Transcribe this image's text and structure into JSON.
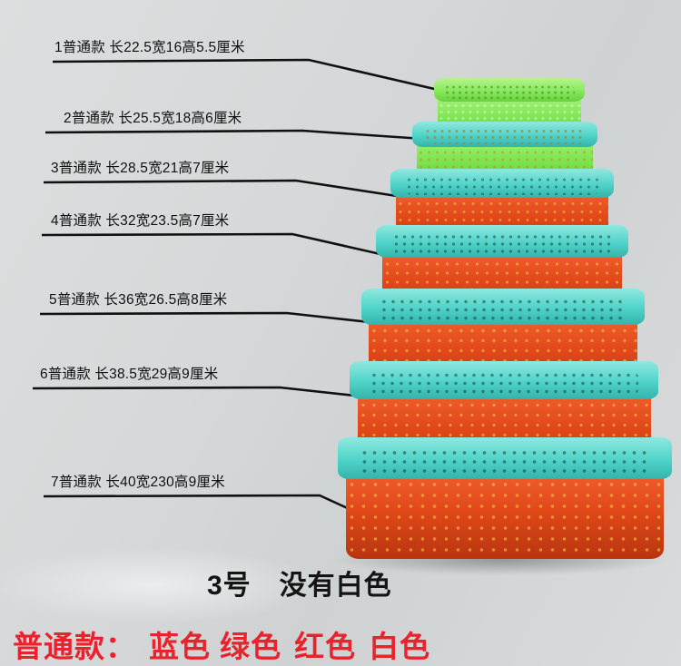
{
  "background": {
    "base_color": "#d7d9da"
  },
  "palette": {
    "lime": "#79e34a",
    "lime_light": "#9aee6e",
    "cyan": "#4fd3c8",
    "cyan_light": "#7fe2da",
    "orange": "#e2491a",
    "orange_light": "#f06030",
    "line": "#111111",
    "caption_black": "#141414",
    "caption_red": "#e8232e"
  },
  "labels": [
    {
      "id": 1,
      "num": "1",
      "model": "普通款",
      "spec": "长22.5宽16高5.5厘米",
      "full": "1普通款  长22.5宽16高5.5厘米"
    },
    {
      "id": 2,
      "num": "2",
      "model": "普通款",
      "spec": "长25.5宽18高6厘米",
      "full": "2普通款  长25.5宽18高6厘米"
    },
    {
      "id": 3,
      "num": "3",
      "model": "普通款",
      "spec": "长28.5宽21高7厘米",
      "full": "3普通款  长28.5宽21高7厘米"
    },
    {
      "id": 4,
      "num": "4",
      "model": "普通款",
      "spec": "长32宽23.5高7厘米",
      "full": "4普通款  长32宽23.5高7厘米"
    },
    {
      "id": 5,
      "num": "5",
      "model": "普通款",
      "spec": "长36宽26.5高8厘米",
      "full": "5普通款  长36宽26.5高8厘米"
    },
    {
      "id": 6,
      "num": "6",
      "model": "普通款",
      "spec": "长38.5宽29高9厘米",
      "full": "6普通款  长38.5宽29高9厘米"
    },
    {
      "id": 7,
      "num": "7",
      "model": "普通款",
      "spec": "长40宽230高9厘米",
      "full": "7普通款  长40宽230高9厘米"
    }
  ],
  "baskets": [
    {
      "id": 1,
      "rim_color": "lime",
      "body_color": "lime",
      "label_ref": 1
    },
    {
      "id": 2,
      "rim_color": "cyan",
      "body_color": "lime",
      "label_ref": 2
    },
    {
      "id": 3,
      "rim_color": "cyan",
      "body_color": "orange",
      "label_ref": 3
    },
    {
      "id": 4,
      "rim_color": "cyan",
      "body_color": "orange",
      "label_ref": 4
    },
    {
      "id": 5,
      "rim_color": "cyan",
      "body_color": "orange",
      "label_ref": 5
    },
    {
      "id": 6,
      "rim_color": "cyan",
      "body_color": "orange",
      "label_ref": 6
    },
    {
      "id": 7,
      "rim_color": "cyan",
      "body_color": "orange",
      "label_ref": 7
    }
  ],
  "captions": {
    "size_note": "3号　没有白色",
    "color_line_prefix": "普通款：",
    "colors": [
      "蓝色",
      "绿色",
      "红色",
      "白色"
    ]
  }
}
